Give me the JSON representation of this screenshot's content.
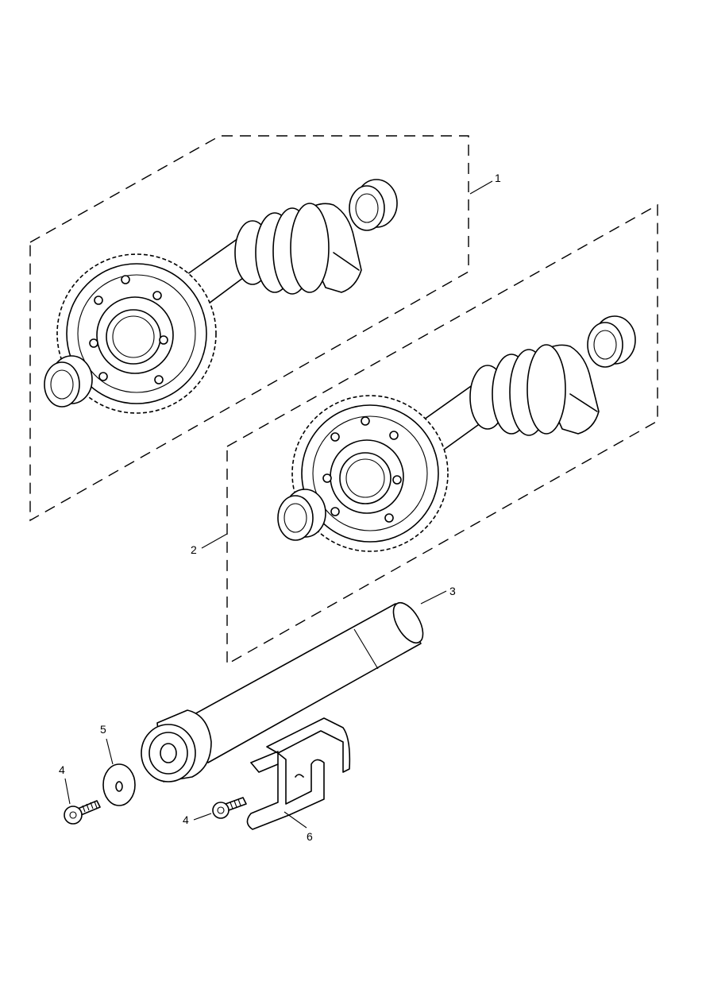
{
  "diagram": {
    "callouts": [
      {
        "id": "c1",
        "label": "1"
      },
      {
        "id": "c2",
        "label": "2"
      },
      {
        "id": "c3",
        "label": "3"
      },
      {
        "id": "c4a",
        "label": "4"
      },
      {
        "id": "c4b",
        "label": "4"
      },
      {
        "id": "c5",
        "label": "5"
      },
      {
        "id": "c6",
        "label": "6"
      }
    ]
  }
}
